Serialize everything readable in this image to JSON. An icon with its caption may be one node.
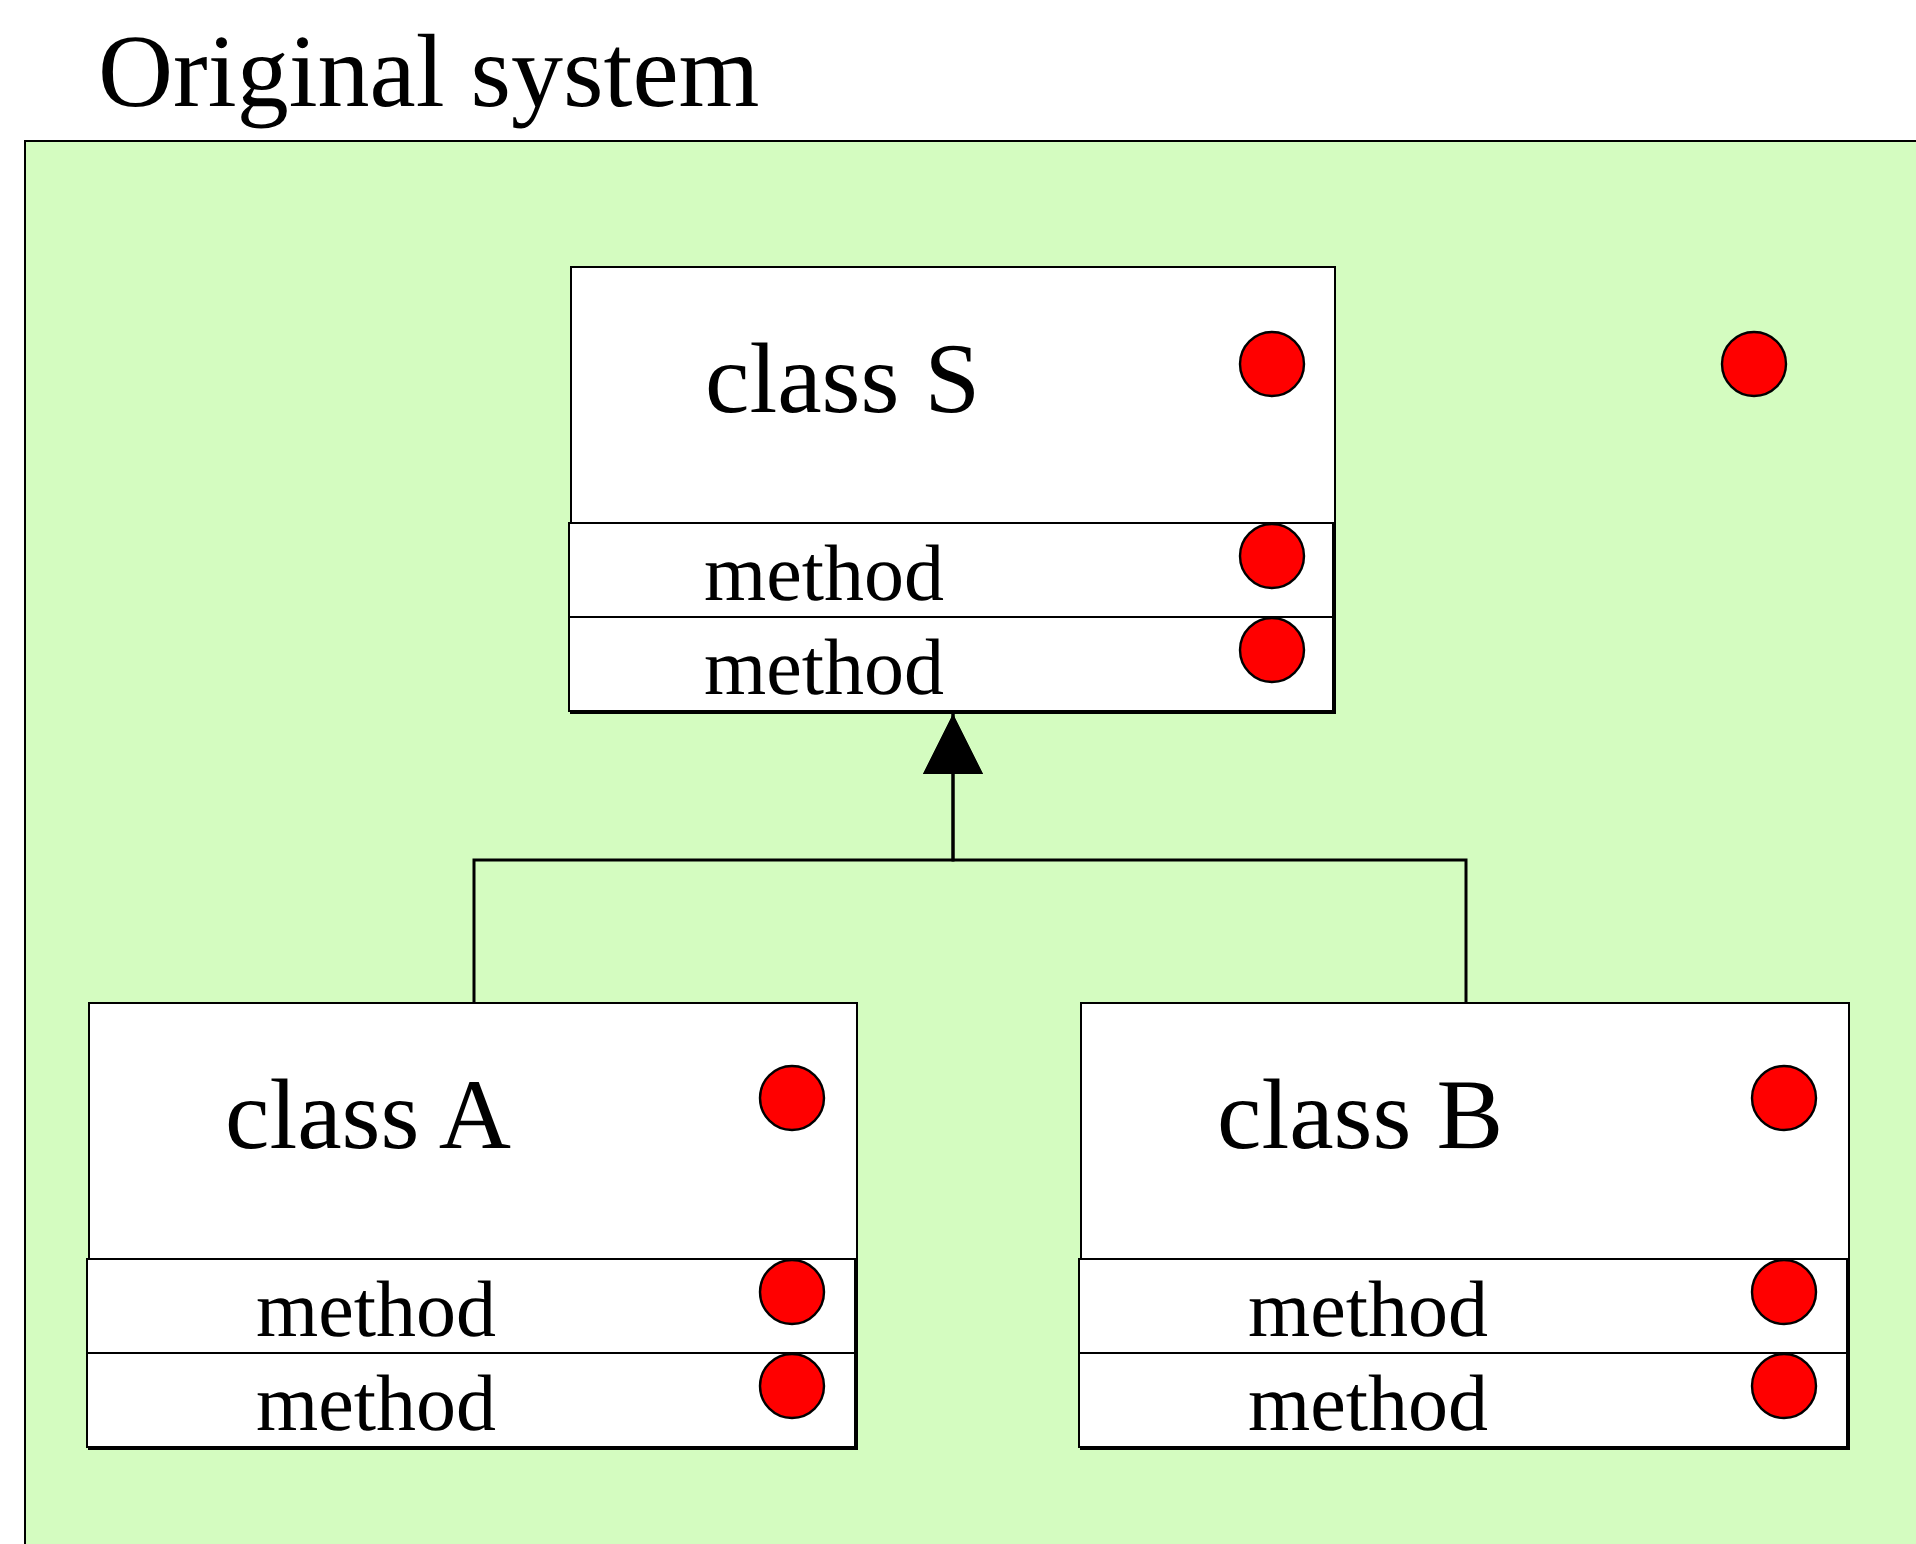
{
  "diagram": {
    "nodes": [
      {
        "text": [
          "Original system"
        ]
      },
      {
        "text": [
          "class S"
        ],
        "in": 0
      },
      {
        "text": [
          "method"
        ],
        "in": 1
      },
      {
        "text": [
          "method"
        ],
        "in": 1
      },
      {
        "text": [
          "class A"
        ],
        "in": 0
      },
      {
        "text": [
          "method"
        ],
        "in": 4
      },
      {
        "text": [
          "method"
        ],
        "in": 4
      },
      {
        "text": [
          "class B"
        ],
        "in": 0
      },
      {
        "text": [
          "method"
        ],
        "in": 7
      },
      {
        "text": [
          "method"
        ],
        "in": 7
      }
    ],
    "edges": [
      {
        "from": 4,
        "to": 1,
        "arrow": "to"
      },
      {
        "from": 7,
        "to": 1,
        "arrow": "to"
      }
    ]
  }
}
